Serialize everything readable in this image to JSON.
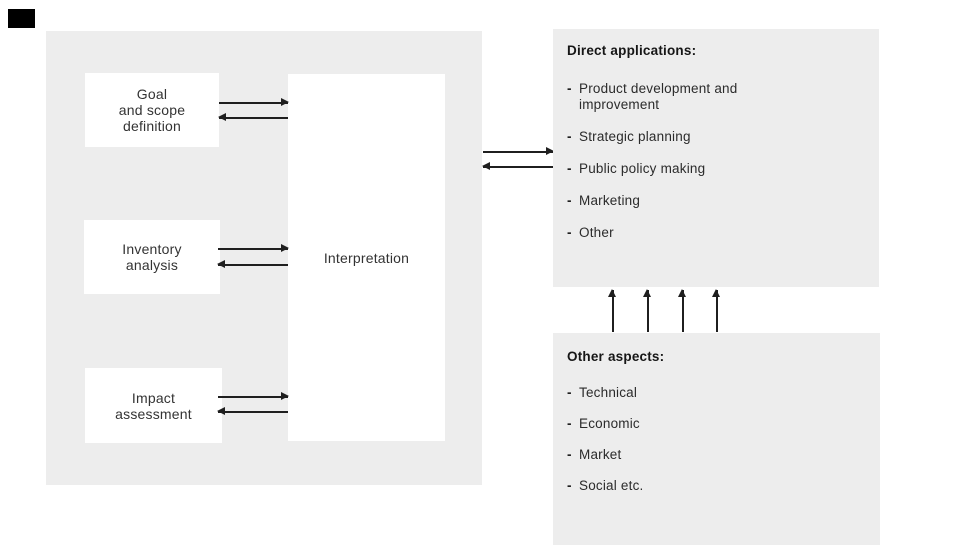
{
  "colors": {
    "panel_gray": "#ededed",
    "box_white": "#ffffff",
    "ink": "#1f1f1f",
    "text": "#2b2b2b"
  },
  "bullet": "-",
  "process_boxes": {
    "goal": "Goal\nand scope\ndefinition",
    "inventory": "Inventory\nanalysis",
    "impact": "Impact\nassessment",
    "interpretation": "Interpretation"
  },
  "direct_applications": {
    "title": "Direct applications:",
    "items": [
      "Product development and\nimprovement",
      "Strategic planning",
      "Public policy making",
      "Marketing",
      "Other"
    ]
  },
  "other_aspects": {
    "title": "Other aspects:",
    "items": [
      "Technical",
      "Economic",
      "Market",
      "Social etc."
    ]
  }
}
